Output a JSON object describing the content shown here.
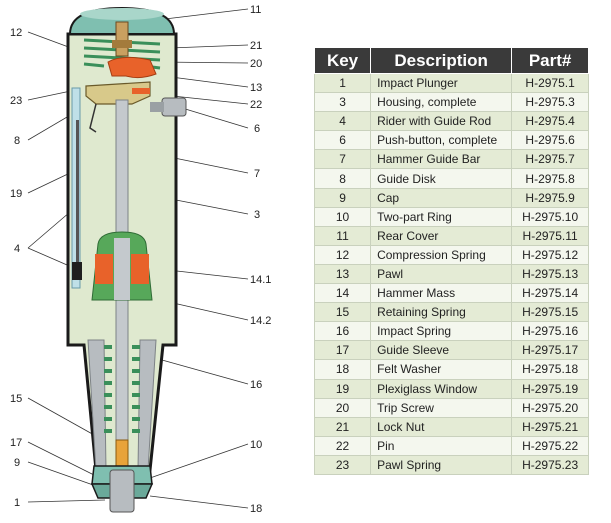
{
  "table": {
    "headers": {
      "key": "Key",
      "description": "Description",
      "part": "Part#"
    },
    "rows": [
      {
        "key": "1",
        "description": "Impact Plunger",
        "part": "H-2975.1"
      },
      {
        "key": "3",
        "description": "Housing, complete",
        "part": "H-2975.3"
      },
      {
        "key": "4",
        "description": "Rider with Guide Rod",
        "part": "H-2975.4"
      },
      {
        "key": "6",
        "description": "Push-button, complete",
        "part": "H-2975.6"
      },
      {
        "key": "7",
        "description": "Hammer Guide Bar",
        "part": "H-2975.7"
      },
      {
        "key": "8",
        "description": "Guide Disk",
        "part": "H-2975.8"
      },
      {
        "key": "9",
        "description": "Cap",
        "part": "H-2975.9"
      },
      {
        "key": "10",
        "description": "Two-part Ring",
        "part": "H-2975.10"
      },
      {
        "key": "11",
        "description": "Rear Cover",
        "part": "H-2975.11"
      },
      {
        "key": "12",
        "description": "Compression Spring",
        "part": "H-2975.12"
      },
      {
        "key": "13",
        "description": "Pawl",
        "part": "H-2975.13"
      },
      {
        "key": "14",
        "description": "Hammer Mass",
        "part": "H-2975.14"
      },
      {
        "key": "15",
        "description": "Retaining Spring",
        "part": "H-2975.15"
      },
      {
        "key": "16",
        "description": "Impact Spring",
        "part": "H-2975.16"
      },
      {
        "key": "17",
        "description": "Guide Sleeve",
        "part": "H-2975.17"
      },
      {
        "key": "18",
        "description": "Felt Washer",
        "part": "H-2975.18"
      },
      {
        "key": "19",
        "description": "Plexiglass Window",
        "part": "H-2975.19"
      },
      {
        "key": "20",
        "description": "Trip Screw",
        "part": "H-2975.20"
      },
      {
        "key": "21",
        "description": "Lock Nut",
        "part": "H-2975.21"
      },
      {
        "key": "22",
        "description": "Pin",
        "part": "H-2975.22"
      },
      {
        "key": "23",
        "description": "Pawl Spring",
        "part": "H-2975.23"
      }
    ]
  },
  "callouts": {
    "c11": "11",
    "c12": "12",
    "c21": "21",
    "c20": "20",
    "c13": "13",
    "c23": "23",
    "c22": "22",
    "c6": "6",
    "c8": "8",
    "c7": "7",
    "c19": "19",
    "c3": "3",
    "c4": "4",
    "c14_1": "14.1",
    "c14_2": "14.2",
    "c16": "16",
    "c15": "15",
    "c10": "10",
    "c17": "17",
    "c9": "9",
    "c1": "1",
    "c18": "18"
  },
  "colors": {
    "housing_fill": "#dfe9cf",
    "housing_outline": "#1a1a1a",
    "cap_teal": "#7fbfb0",
    "spring_green": "#3a8f5a",
    "hammer_green": "#57a85a",
    "orange": "#e8622a",
    "steel": "#b7bcc0",
    "window_blue": "#bfe0e8",
    "table_header": "#3a3a3a"
  }
}
